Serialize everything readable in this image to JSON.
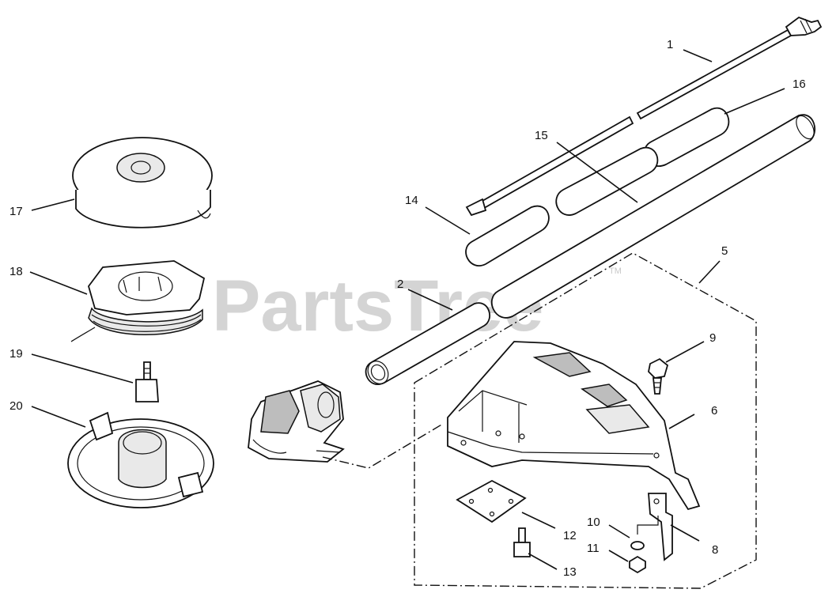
{
  "watermark": {
    "text": "PartsTree",
    "trademark": "TM"
  },
  "callouts": [
    {
      "id": "p1",
      "label": "1",
      "part": "drive-shaft"
    },
    {
      "id": "p2",
      "label": "2",
      "part": "lower-tube"
    },
    {
      "id": "p5",
      "label": "5",
      "part": "shield-assembly"
    },
    {
      "id": "p6",
      "label": "6",
      "part": "debris-shield"
    },
    {
      "id": "p8",
      "label": "8",
      "part": "line-cutter-bracket"
    },
    {
      "id": "p9",
      "label": "9",
      "part": "shield-bolt"
    },
    {
      "id": "p10",
      "label": "10",
      "part": "washer"
    },
    {
      "id": "p11",
      "label": "11",
      "part": "nut"
    },
    {
      "id": "p12",
      "label": "12",
      "part": "shield-plate"
    },
    {
      "id": "p13",
      "label": "13",
      "part": "plate-screw"
    },
    {
      "id": "p14",
      "label": "14",
      "part": "shaft-liner"
    },
    {
      "id": "p15",
      "label": "15",
      "part": "shaft-liner-middle"
    },
    {
      "id": "p16",
      "label": "16",
      "part": "shaft-liner-upper"
    },
    {
      "id": "p17",
      "label": "17",
      "part": "spool-cover"
    },
    {
      "id": "p18",
      "label": "18",
      "part": "spool-with-line"
    },
    {
      "id": "p19",
      "label": "19",
      "part": "spool-bolt"
    },
    {
      "id": "p20",
      "label": "20",
      "part": "spool-housing"
    }
  ]
}
